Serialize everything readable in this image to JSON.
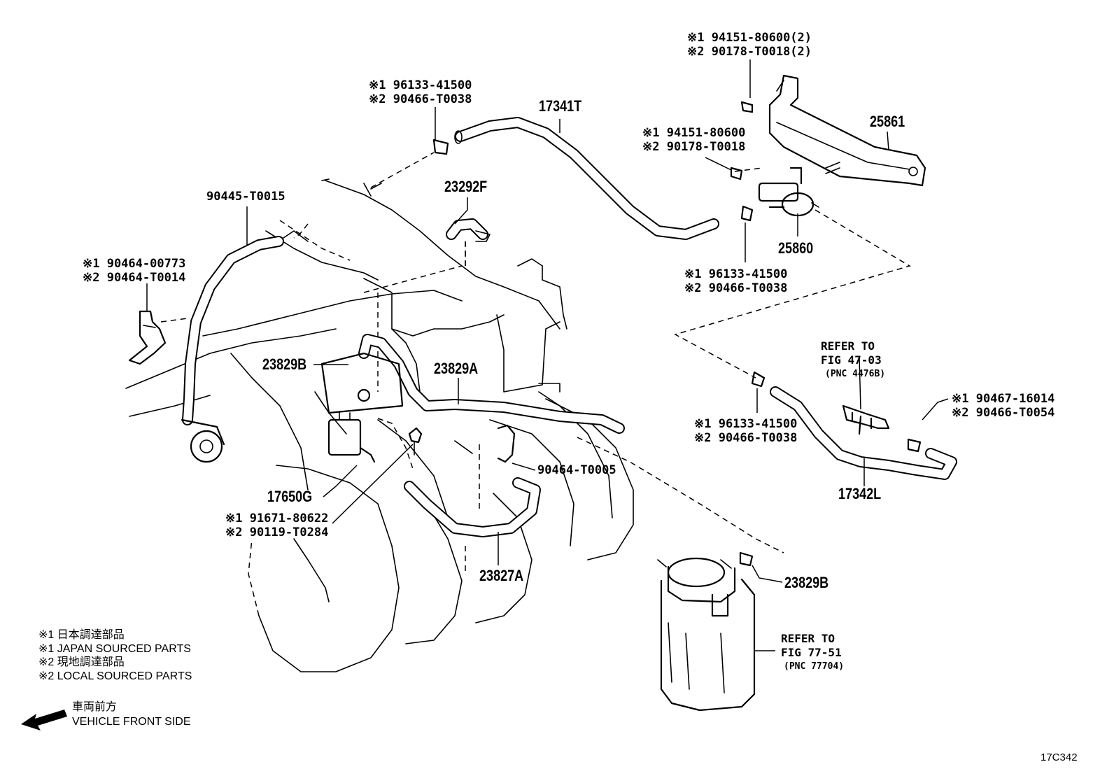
{
  "diagram_code": "17C342",
  "parts": [
    {
      "key": "clamp_top_left",
      "lines": [
        "※1 96133-41500",
        "※2 90466-T0038"
      ]
    },
    {
      "key": "hose_17341T",
      "lines": [
        "17341T"
      ]
    },
    {
      "key": "bolt_top",
      "lines": [
        "※1 94151-80600(2)",
        "※2 90178-T0018(2)"
      ]
    },
    {
      "key": "bracket_25861",
      "lines": [
        "25861"
      ]
    },
    {
      "key": "bolt_mid",
      "lines": [
        "※1 94151-80600",
        "※2 90178-T0018"
      ]
    },
    {
      "key": "hose_23292F",
      "lines": [
        "23292F"
      ]
    },
    {
      "key": "hose_90445",
      "lines": [
        "90445-T0015"
      ]
    },
    {
      "key": "vsv_25860",
      "lines": [
        "25860"
      ]
    },
    {
      "key": "clamp_right_upper",
      "lines": [
        "※1 96133-41500",
        "※2 90466-T0038"
      ]
    },
    {
      "key": "clip_left",
      "lines": [
        "※1 90464-00773",
        "※2 90464-T0014"
      ]
    },
    {
      "key": "hose_23829B_left",
      "lines": [
        "23829B"
      ]
    },
    {
      "key": "hose_23829A",
      "lines": [
        "23829A"
      ]
    },
    {
      "key": "clamp_right_lower",
      "lines": [
        "※1 96133-41500",
        "※2 90466-T0038"
      ]
    },
    {
      "key": "clamp_far_right",
      "lines": [
        "※1 90467-16014",
        "※2 90466-T0054"
      ]
    },
    {
      "key": "hose_17342L",
      "lines": [
        "17342L"
      ]
    },
    {
      "key": "clip_90464_T0005",
      "lines": [
        "90464-T0005"
      ]
    },
    {
      "key": "vsv_17650G",
      "lines": [
        "17650G"
      ]
    },
    {
      "key": "bolt_bottom",
      "lines": [
        "※1 91671-80622",
        "※2 90119-T0284"
      ]
    },
    {
      "key": "hose_23827A",
      "lines": [
        "23827A"
      ]
    },
    {
      "key": "hose_23829B_right",
      "lines": [
        "23829B"
      ]
    }
  ],
  "references": [
    {
      "key": "ref_top",
      "lines": [
        "REFER TO",
        "FIG 47-03"
      ],
      "pnc": "(PNC 4476B)"
    },
    {
      "key": "ref_bottom",
      "lines": [
        "REFER TO",
        "FIG 77-51"
      ],
      "pnc": "(PNC 77704)"
    }
  ],
  "legend": [
    "※1 日本調達部品",
    "※1 JAPAN SOURCED PARTS",
    "※2 現地調達部品",
    "※2 LOCAL SOURCED PARTS"
  ],
  "front_indicator": {
    "icon": "arrow-left-icon",
    "lines": [
      "車両前方",
      "VEHICLE FRONT SIDE"
    ]
  }
}
